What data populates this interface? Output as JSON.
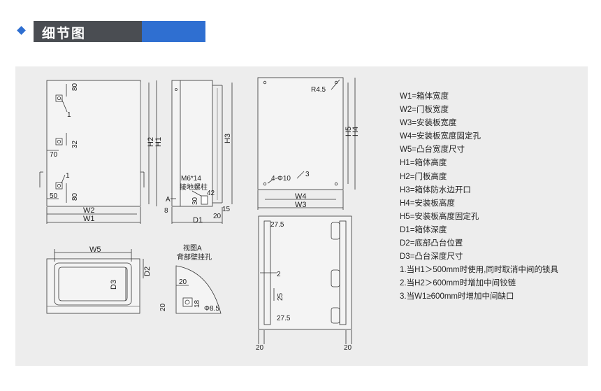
{
  "header": {
    "title": "细节图"
  },
  "labels": {
    "v80a": "80",
    "v1a": "1",
    "v70": "70",
    "v32": "32",
    "v1b": "1",
    "v50": "50",
    "v80b": "80",
    "W2": "W2",
    "W1": "W1",
    "H2": "H2",
    "H1": "H1",
    "H3": "H3",
    "m6": "M6*14",
    "ground": "接地螺柱",
    "A": "A",
    "v42": "42",
    "v30": "30",
    "v8": "8",
    "D1": "D1",
    "v15": "15",
    "v20a": "20",
    "R45": "R4.5",
    "H5": "H5",
    "H4": "H4",
    "phi10": "4-Φ10",
    "v3": "3",
    "W4": "W4",
    "W3": "W3",
    "W5": "W5",
    "D2": "D2",
    "D3": "D3",
    "viewA": "视图A",
    "hangHole": "背部壁挂孔",
    "v20b": "20",
    "v18": "18",
    "v20c": "20",
    "phi85": "Φ8.5",
    "v275a": "27.5",
    "v2": "2",
    "v25": "25",
    "v275b": "27.5",
    "v20d": "20",
    "v20e": "20"
  },
  "legend": [
    "W1=箱体宽度",
    "W2=门板宽度",
    "W3=安装板宽度",
    "W4=安装板宽度固定孔",
    "W5=凸台宽度尺寸",
    "H1=箱体高度",
    "H2=门板高度",
    "H3=箱体防水边开口",
    "H4=安装板高度",
    "H5=安装板高度固定孔",
    "D1=箱体深度",
    "D2=底部凸台位置",
    "D3=凸台深度尺寸",
    "1.当H1＞500mm时使用,同时取消中间的锁具",
    "2.当H2＞600mm时增加中间铰链",
    "3.当W1≥600mm时增加中间缺口"
  ]
}
